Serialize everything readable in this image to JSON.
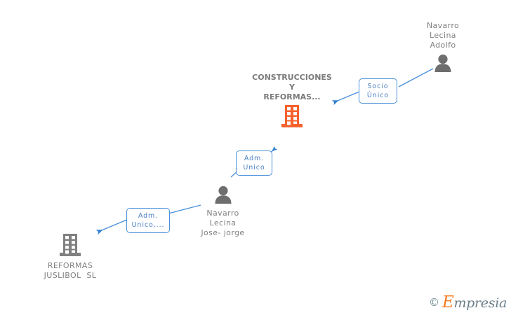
{
  "diagram": {
    "type": "corporate-relationship-graph",
    "background": "#ffffff",
    "colors": {
      "edge_line": "#4a90d9",
      "edge_box_border": "#4a90d9",
      "edge_box_text": "#4a7fc1",
      "company_active": "#f4622d",
      "company_inactive": "#808080",
      "person_icon": "#6e6e6e",
      "node_label": "#808080"
    },
    "nodes": [
      {
        "id": "company-main",
        "kind": "company-icon",
        "label": "CONSTRUCCIONES\nY\nREFORMAS...",
        "label_lines": [
          "CONSTRUCCIONES",
          "Y",
          "REFORMAS..."
        ],
        "color": "#f4622d",
        "bold": true
      },
      {
        "id": "person-adolfo",
        "kind": "person-icon",
        "label": "Navarro\nLecina\nAdolfo",
        "label_lines": [
          "Navarro",
          "Lecina",
          "Adolfo"
        ],
        "color": "#6e6e6e",
        "bold": false
      },
      {
        "id": "person-jose-jorge",
        "kind": "person-icon",
        "label": "Navarro\nLecina\nJose- jorge",
        "label_lines": [
          "Navarro",
          "Lecina",
          "Jose- jorge"
        ],
        "color": "#6e6e6e",
        "bold": false
      },
      {
        "id": "company-juslibol",
        "kind": "company-icon",
        "label": "REFORMAS\nJUSLIBOL  SL",
        "label_lines": [
          "REFORMAS",
          "JUSLIBOL  SL"
        ],
        "color": "#808080",
        "bold": false
      }
    ],
    "edges": [
      {
        "id": "edge-socio-unico",
        "label": "Socio\nÚnico",
        "label_lines": [
          "Socio",
          "Único"
        ],
        "from": "person-adolfo",
        "to": "company-main"
      },
      {
        "id": "edge-adm-unico",
        "label": "Adm.\nUnico",
        "label_lines": [
          "Adm.",
          "Unico"
        ],
        "from": "person-jose-jorge",
        "to": "company-main"
      },
      {
        "id": "edge-adm-unico-mas",
        "label": "Adm.\nUnico,...",
        "label_lines": [
          "Adm.",
          "Unico,..."
        ],
        "from": "person-jose-jorge",
        "to": "company-juslibol"
      }
    ]
  },
  "watermark": {
    "copyright": "©",
    "brand_initial": "E",
    "brand_rest": "mpresia"
  }
}
